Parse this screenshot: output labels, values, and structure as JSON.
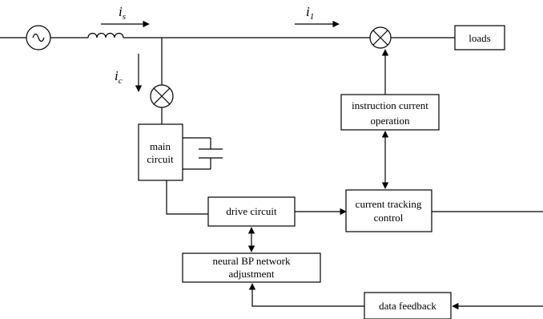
{
  "labels": {
    "source_current": {
      "base": "i",
      "sub": "s"
    },
    "load_current": {
      "base": "i",
      "sub": "1"
    },
    "comp_current": {
      "base": "i",
      "sub": "c"
    }
  },
  "blocks": {
    "loads": "loads",
    "instruction_line1": "instruction current",
    "instruction_line2": "operation",
    "main_line1": "main",
    "main_line2": "circuit",
    "drive": "drive circuit",
    "tracking_line1": "current tracking",
    "tracking_line2": "control",
    "neural_line1": "neural BP network",
    "neural_line2": "adjustment",
    "feedback": "data feedback"
  }
}
